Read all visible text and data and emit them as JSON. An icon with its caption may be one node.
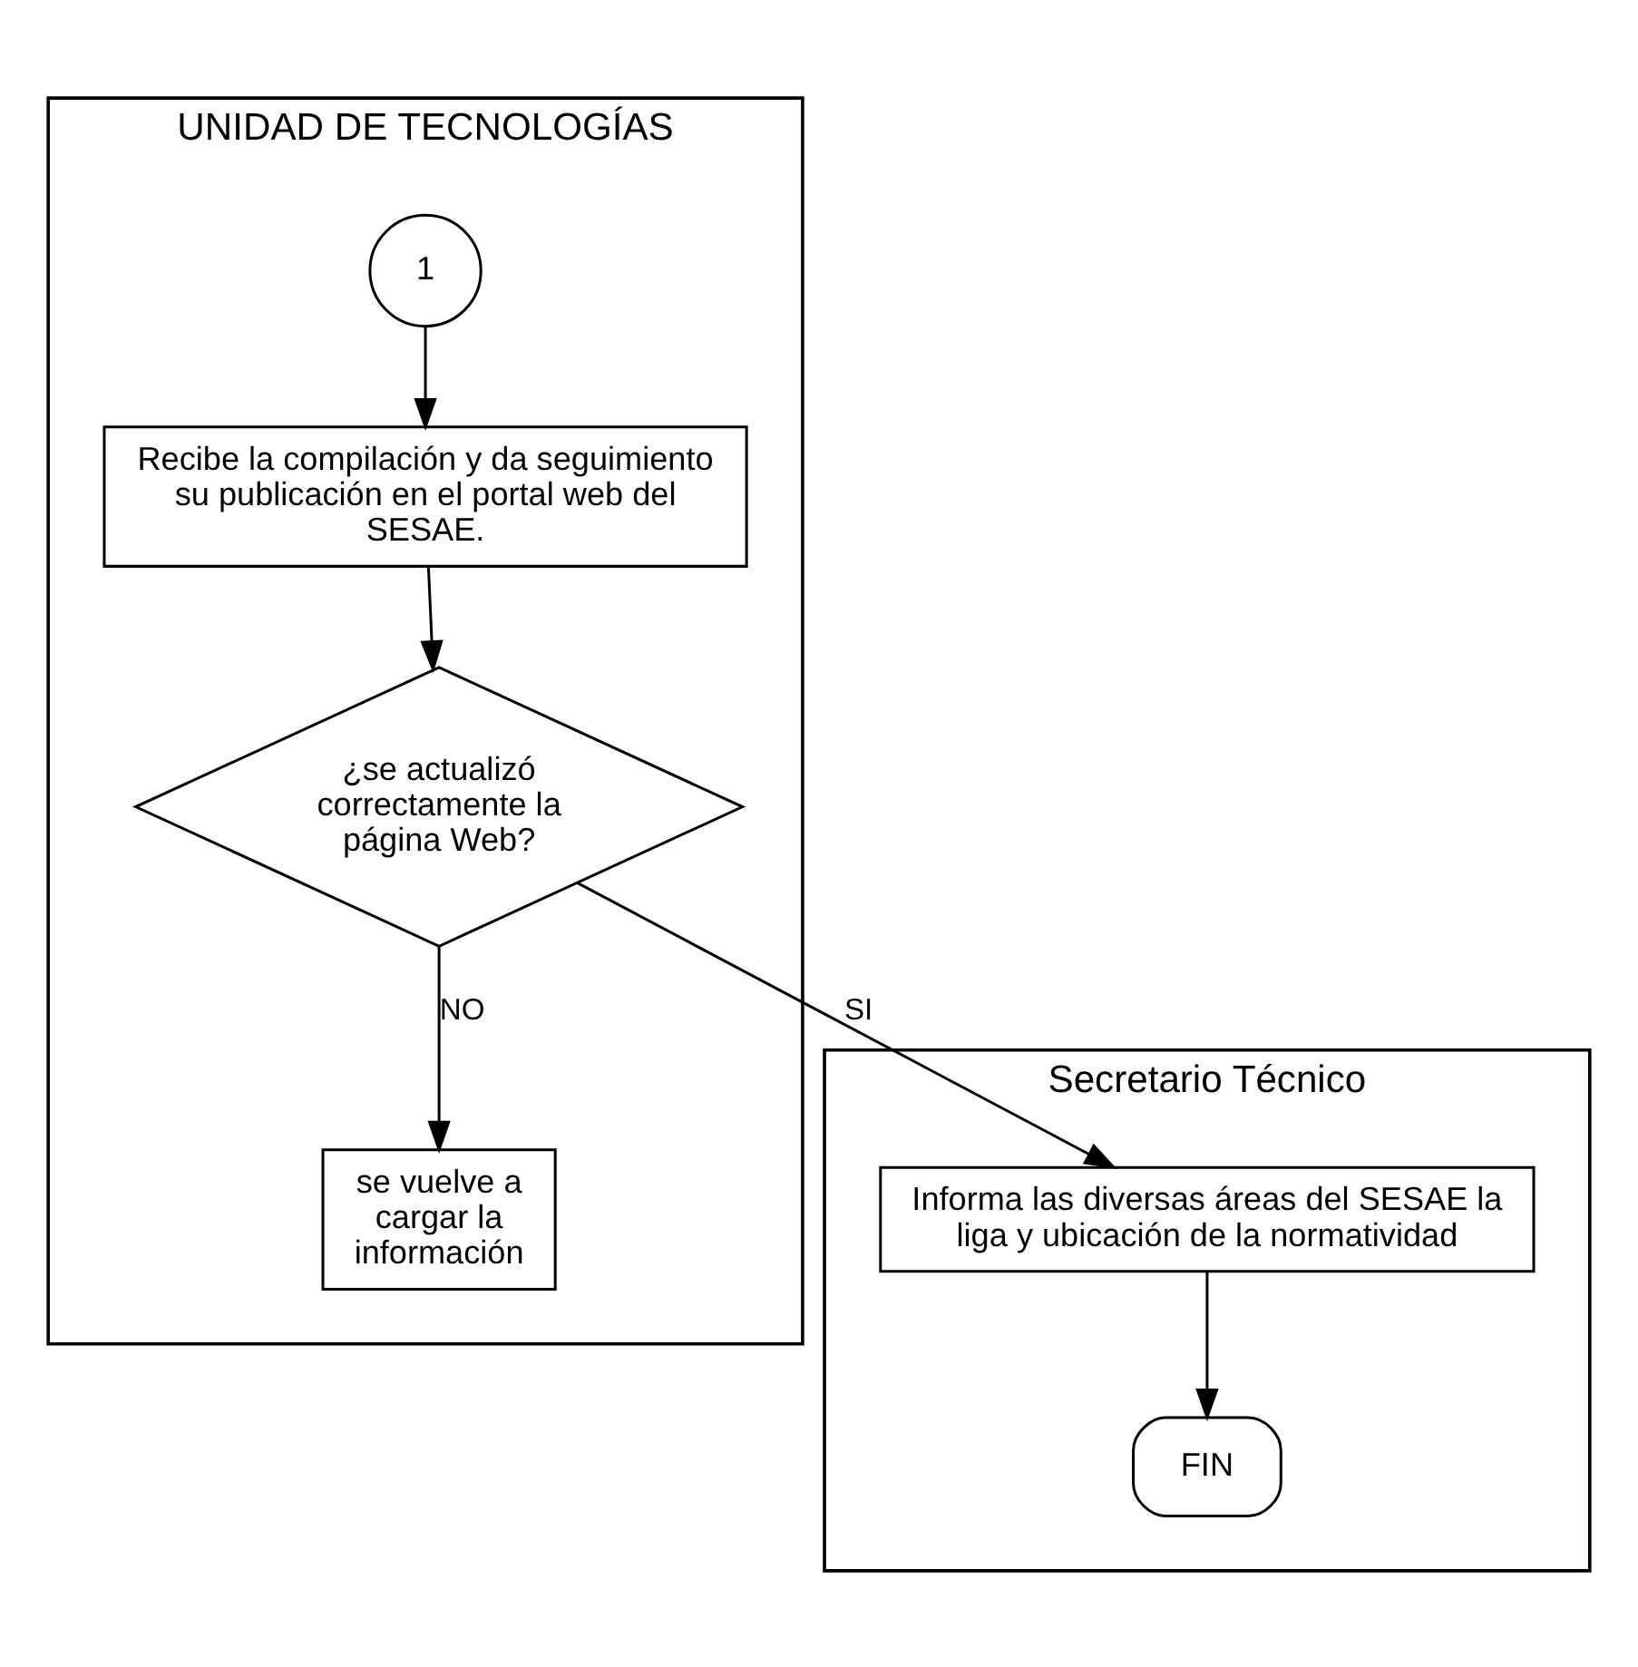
{
  "diagram": {
    "nodes": [
      {
        "text": [
          "UNIDAD DE TECNOLOGÍAS"
        ]
      },
      {
        "text": [
          "Secretario Técnico"
        ]
      },
      {
        "text": [
          "1"
        ],
        "in": 0
      },
      {
        "text": [
          "Recibe la compilación y da seguimiento su publicación en el portal web del SESAE."
        ],
        "in": 0
      },
      {
        "text": [
          "¿se actualizó correctamente la página Web?"
        ],
        "in": 0
      },
      {
        "text": [
          "se vuelve a cargar la información"
        ],
        "in": 0
      },
      {
        "text": [
          "Informa las diversas áreas del SESAE la liga y ubicación de la normatividad"
        ],
        "in": 1
      },
      {
        "text": [
          "FIN"
        ],
        "in": 1
      }
    ],
    "edges": [
      {
        "from": 2,
        "to": 3,
        "arrow": "to"
      },
      {
        "from": 3,
        "to": 4,
        "arrow": "to"
      },
      {
        "from": 4,
        "to": 5,
        "arrow": "to",
        "label": "NO"
      },
      {
        "from": 4,
        "to": 6,
        "arrow": "to",
        "label": "SI"
      },
      {
        "from": 6,
        "to": 7,
        "arrow": "to"
      }
    ]
  }
}
